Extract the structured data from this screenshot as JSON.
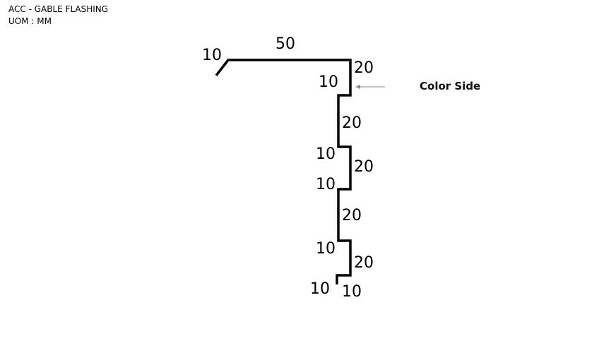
{
  "header": {
    "title": "ACC - GABLE FLASHING",
    "uom": "UOM : MM"
  },
  "drawing": {
    "stroke_color": "#000000",
    "arrow_color": "#888888",
    "dimensions": {
      "hem": "10",
      "top": "50",
      "drop1": "20",
      "return1": "10",
      "step1": "20",
      "return2": "10",
      "drop2": "20",
      "return3": "10",
      "step2": "20",
      "return4": "10",
      "drop3": "20",
      "return5": "10",
      "end": "10"
    },
    "color_side_label": "Color Side"
  }
}
